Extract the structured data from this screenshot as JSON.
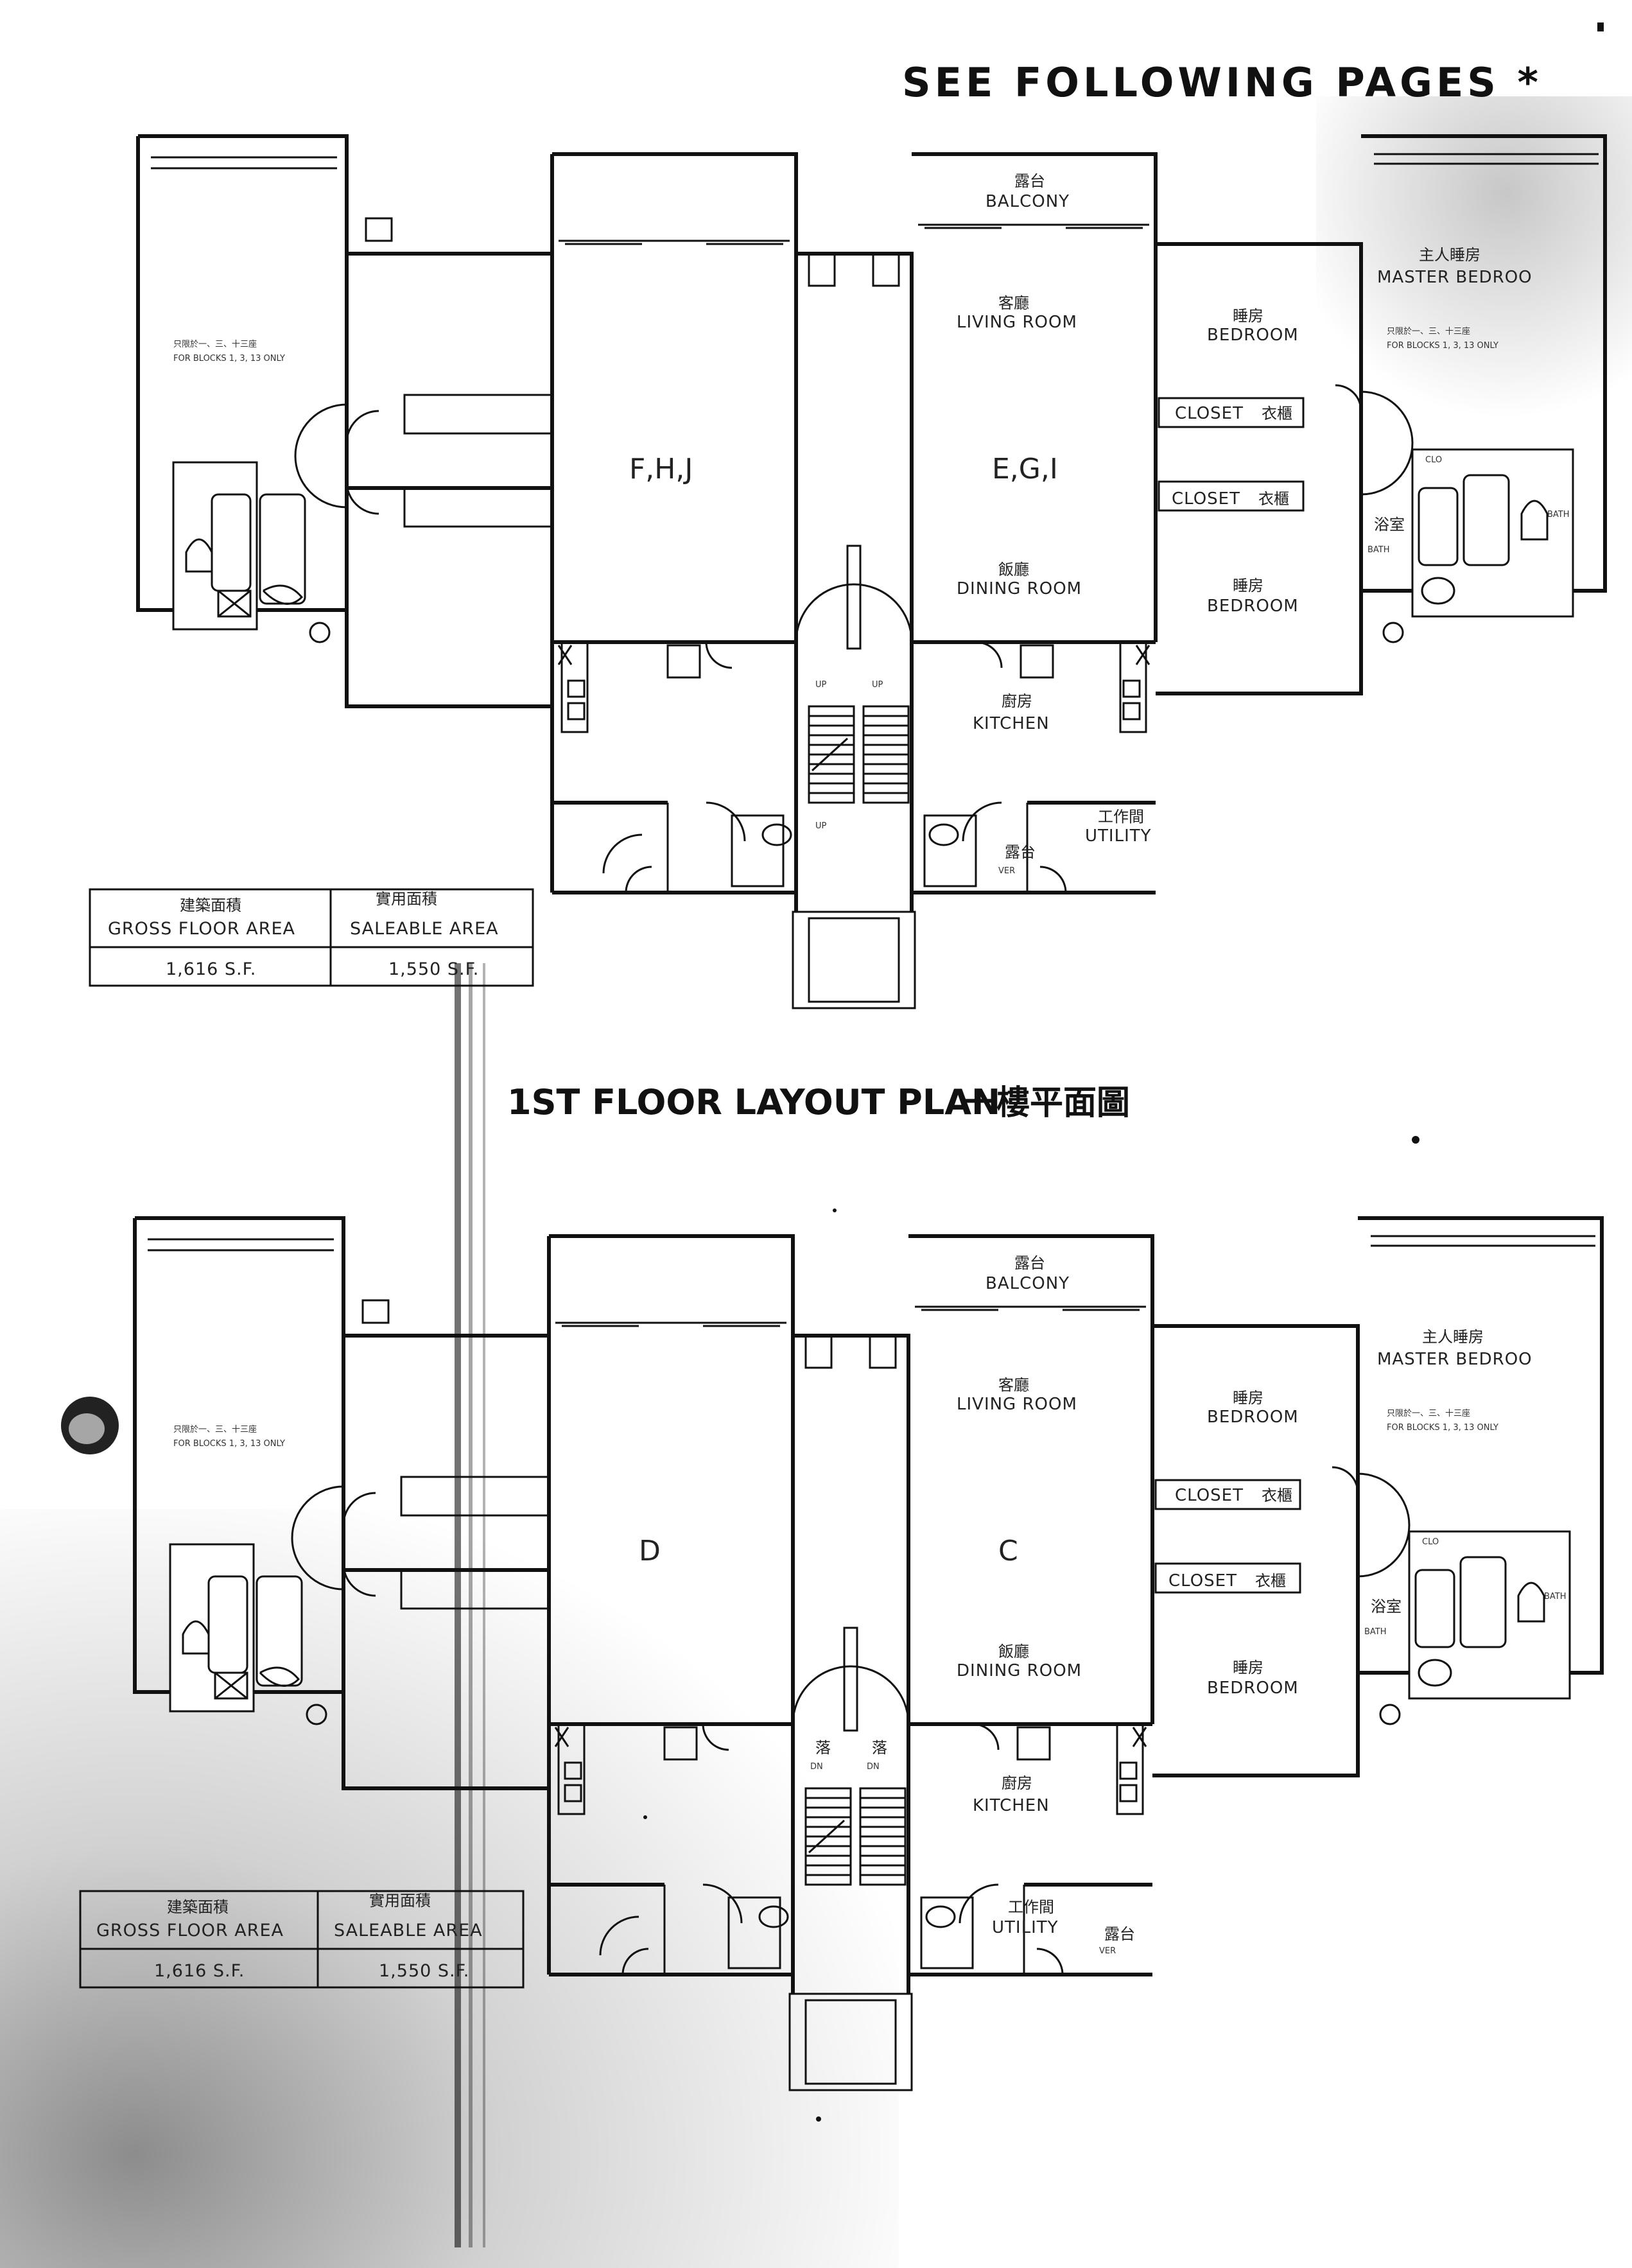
{
  "header_note": "SEE FOLLOWING PAGES *",
  "plan_title": "1ST FLOOR LAYOUT PLAN",
  "plan_title_zh": "一樓平面圖",
  "block_note_zh": "只限於一、三、十三座",
  "block_note": "FOR BLOCKS 1, 3, 13 ONLY",
  "upper_plan": {
    "units": [
      "F,H,J",
      "E,G,I"
    ],
    "rooms": {
      "balcony_zh": "露台",
      "balcony": "BALCONY",
      "living_zh": "客廳",
      "living": "LIVING ROOM",
      "bedroom_zh": "睡房",
      "bedroom": "BEDROOM",
      "master_zh": "主人睡房",
      "master": "MASTER BEDROO",
      "closet_zh": "衣櫃",
      "closet": "CLOSET",
      "dining_zh": "飯廳",
      "dining": "DINING ROOM",
      "kitchen_zh": "廚房",
      "kitchen": "KITCHEN",
      "utility_zh": "工作間",
      "utility": "UTILITY",
      "bath_zh": "浴室",
      "bath": "BATH",
      "clo": "CLO",
      "ver_zh": "露台",
      "ver": "VER",
      "up": "UP"
    },
    "area_table": {
      "gross_zh": "建築面積",
      "gross_label": "GROSS FLOOR AREA",
      "gross_value": "1,616 S.F.",
      "saleable_zh": "實用面積",
      "saleable_label": "SALEABLE AREA",
      "saleable_value": "1,550 S.F."
    }
  },
  "lower_plan": {
    "units": [
      "D",
      "C"
    ],
    "rooms": {
      "balcony_zh": "露台",
      "balcony": "BALCONY",
      "living_zh": "客廳",
      "living": "LIVING ROOM",
      "bedroom_zh": "睡房",
      "bedroom": "BEDROOM",
      "master_zh": "主人睡房",
      "master": "MASTER BEDROO",
      "closet_zh": "衣櫃",
      "closet": "CLOSET",
      "dining_zh": "飯廳",
      "dining": "DINING ROOM",
      "kitchen_zh": "廚房",
      "kitchen": "KITCHEN",
      "utility_zh": "工作間",
      "utility": "UTILITY",
      "bath_zh": "浴室",
      "bath": "BATH",
      "clo": "CLO",
      "ver_zh": "露台",
      "ver": "VER",
      "dn_zh": "落",
      "dn": "DN"
    },
    "area_table": {
      "gross_zh": "建築面積",
      "gross_label": "GROSS FLOOR AREA",
      "gross_value": "1,616 S.F.",
      "saleable_zh": "實用面積",
      "saleable_label": "SALEABLE AREA",
      "saleable_value": "1,550 S.F."
    }
  }
}
